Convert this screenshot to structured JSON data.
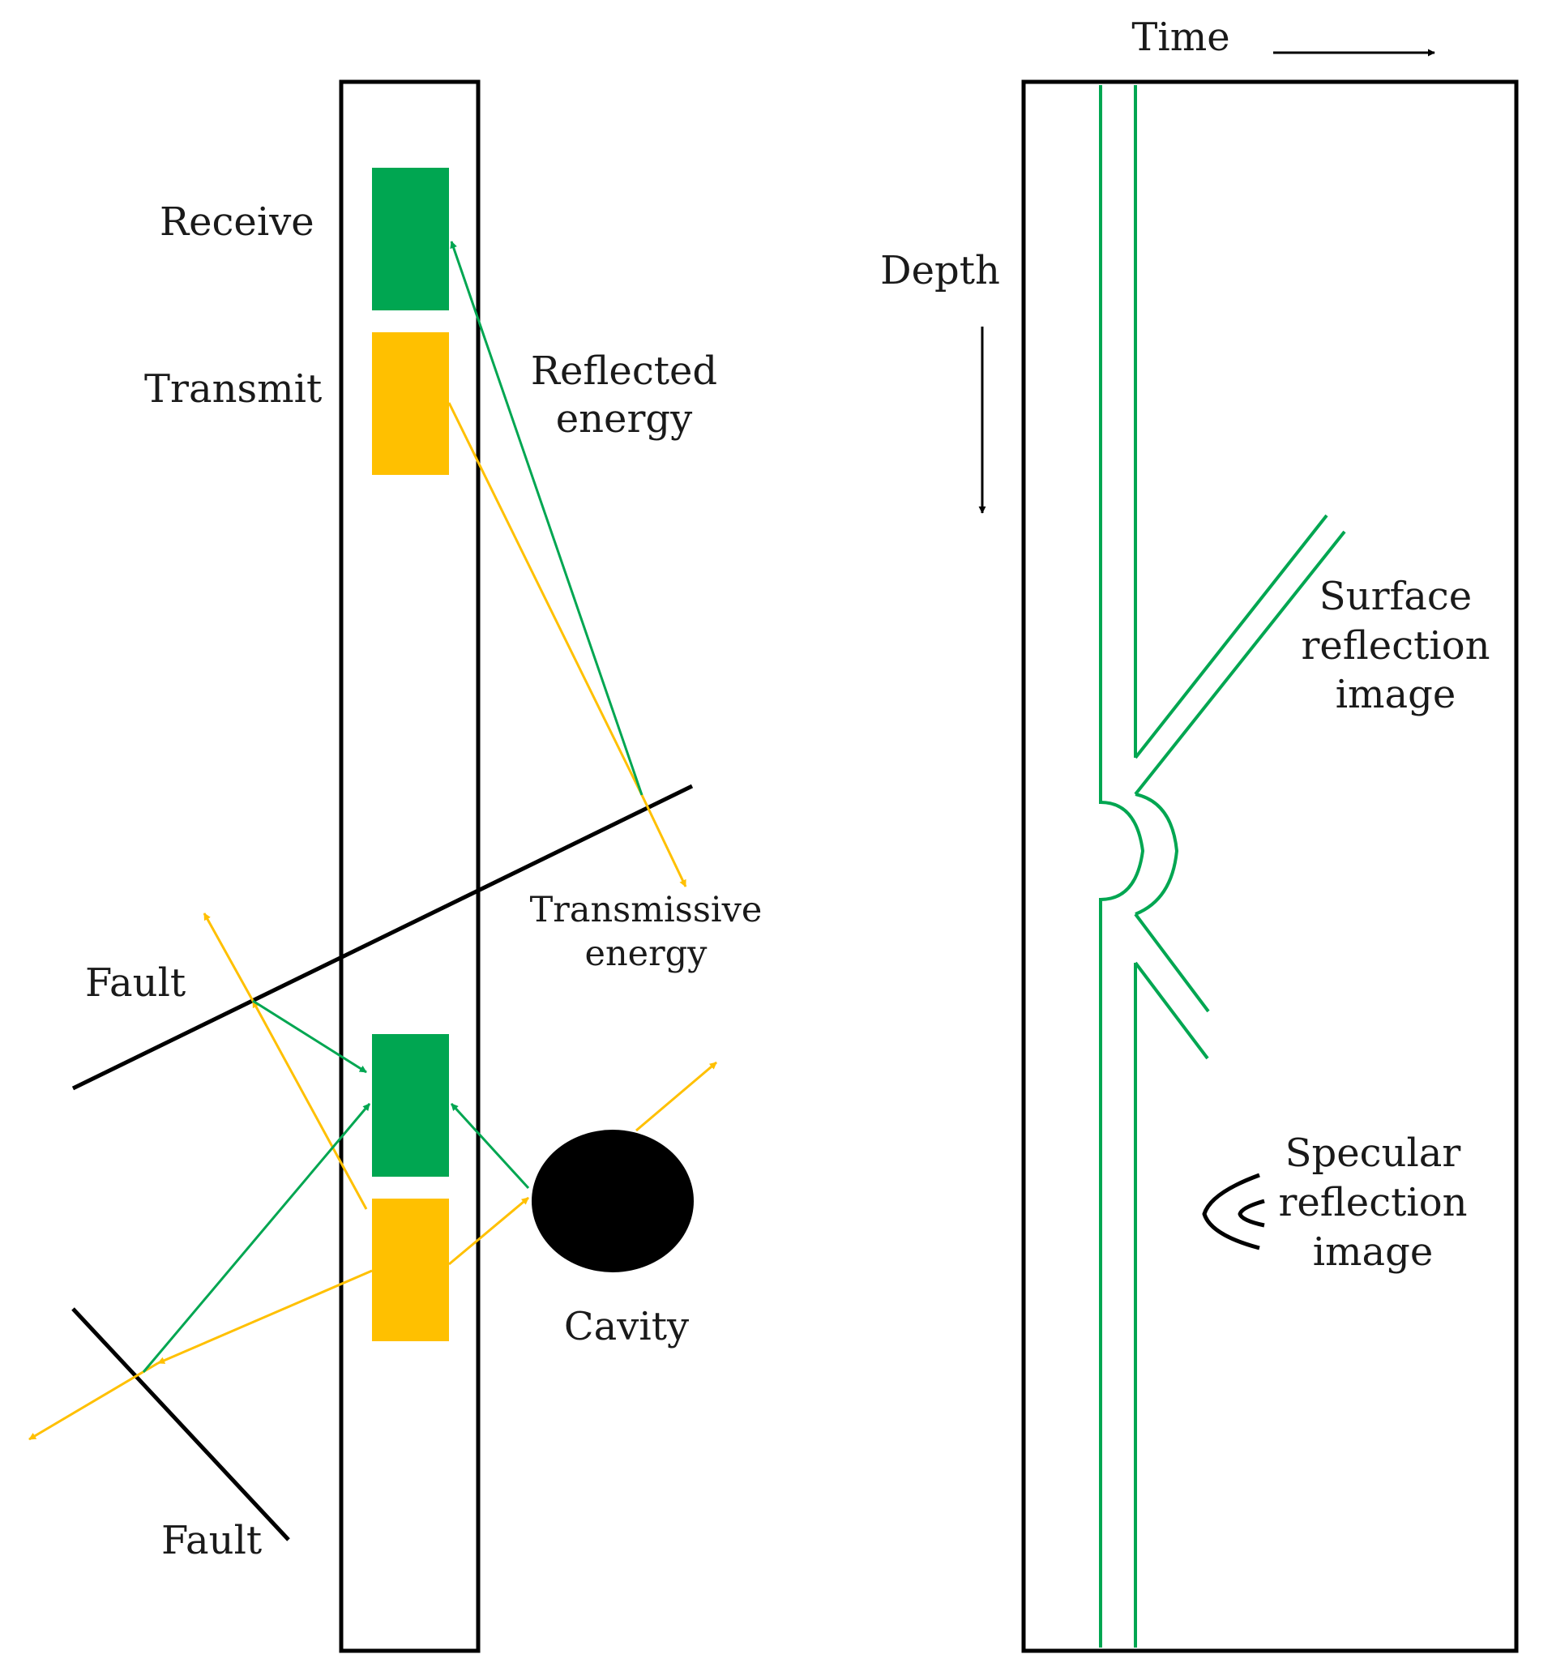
{
  "labels": {
    "receive": "Receive",
    "transmit": "Transmit",
    "reflected_line1": "Reflected",
    "reflected_line2": "energy",
    "transmissive_line1": "Transmissive",
    "transmissive_line2": "energy",
    "fault_upper": "Fault",
    "fault_lower": "Fault",
    "cavity": "Cavity",
    "time": "Time",
    "depth": "Depth",
    "surface_line1": "Surface",
    "surface_line2": "reflection",
    "surface_line3": "image",
    "specular_line1": "Specular",
    "specular_line2": "reflection",
    "specular_line3": "image"
  },
  "colors": {
    "receiver": "#00a651",
    "transmitter": "#ffc000",
    "green_ray": "#00a651",
    "yellow_ray": "#ffc000",
    "outline": "#000000"
  }
}
